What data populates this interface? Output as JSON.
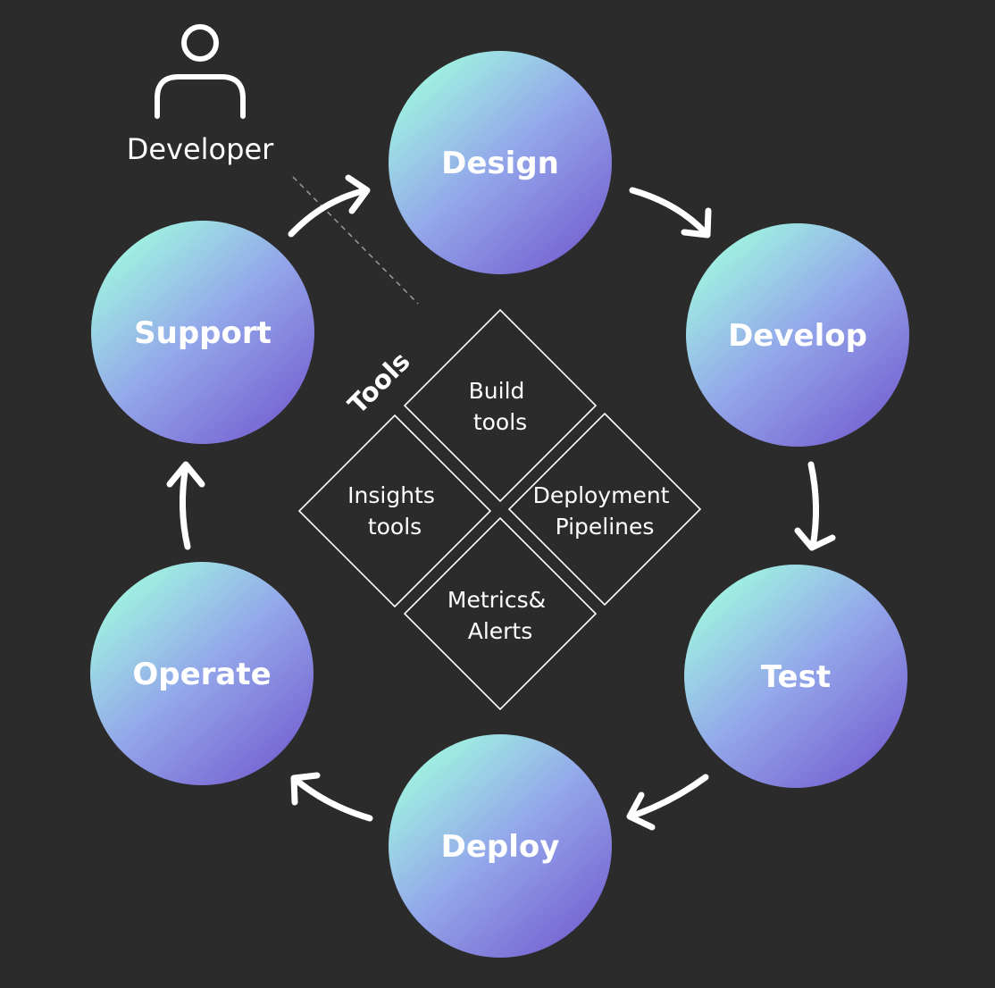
{
  "actor": {
    "label": "Developer",
    "icon": "person-icon"
  },
  "stages": [
    {
      "id": "design",
      "label": "Design"
    },
    {
      "id": "develop",
      "label": "Develop"
    },
    {
      "id": "test",
      "label": "Test"
    },
    {
      "id": "deploy",
      "label": "Deploy"
    },
    {
      "id": "operate",
      "label": "Operate"
    },
    {
      "id": "support",
      "label": "Support"
    }
  ],
  "tools": {
    "title": "Tools",
    "items": [
      {
        "id": "build",
        "lines": [
          "Build",
          "tools"
        ]
      },
      {
        "id": "deployment",
        "lines": [
          "Deployment",
          "Pipelines"
        ]
      },
      {
        "id": "metrics",
        "lines": [
          "Metrics&",
          "Alerts"
        ]
      },
      {
        "id": "insights",
        "lines": [
          "Insights",
          "tools"
        ]
      }
    ]
  },
  "colors": {
    "background": "#2b2b2b",
    "circle_gradient_start": "#9ff0e2",
    "circle_gradient_mid": "#93a6ea",
    "circle_gradient_end": "#7b6fd6",
    "line": "#ffffff"
  }
}
